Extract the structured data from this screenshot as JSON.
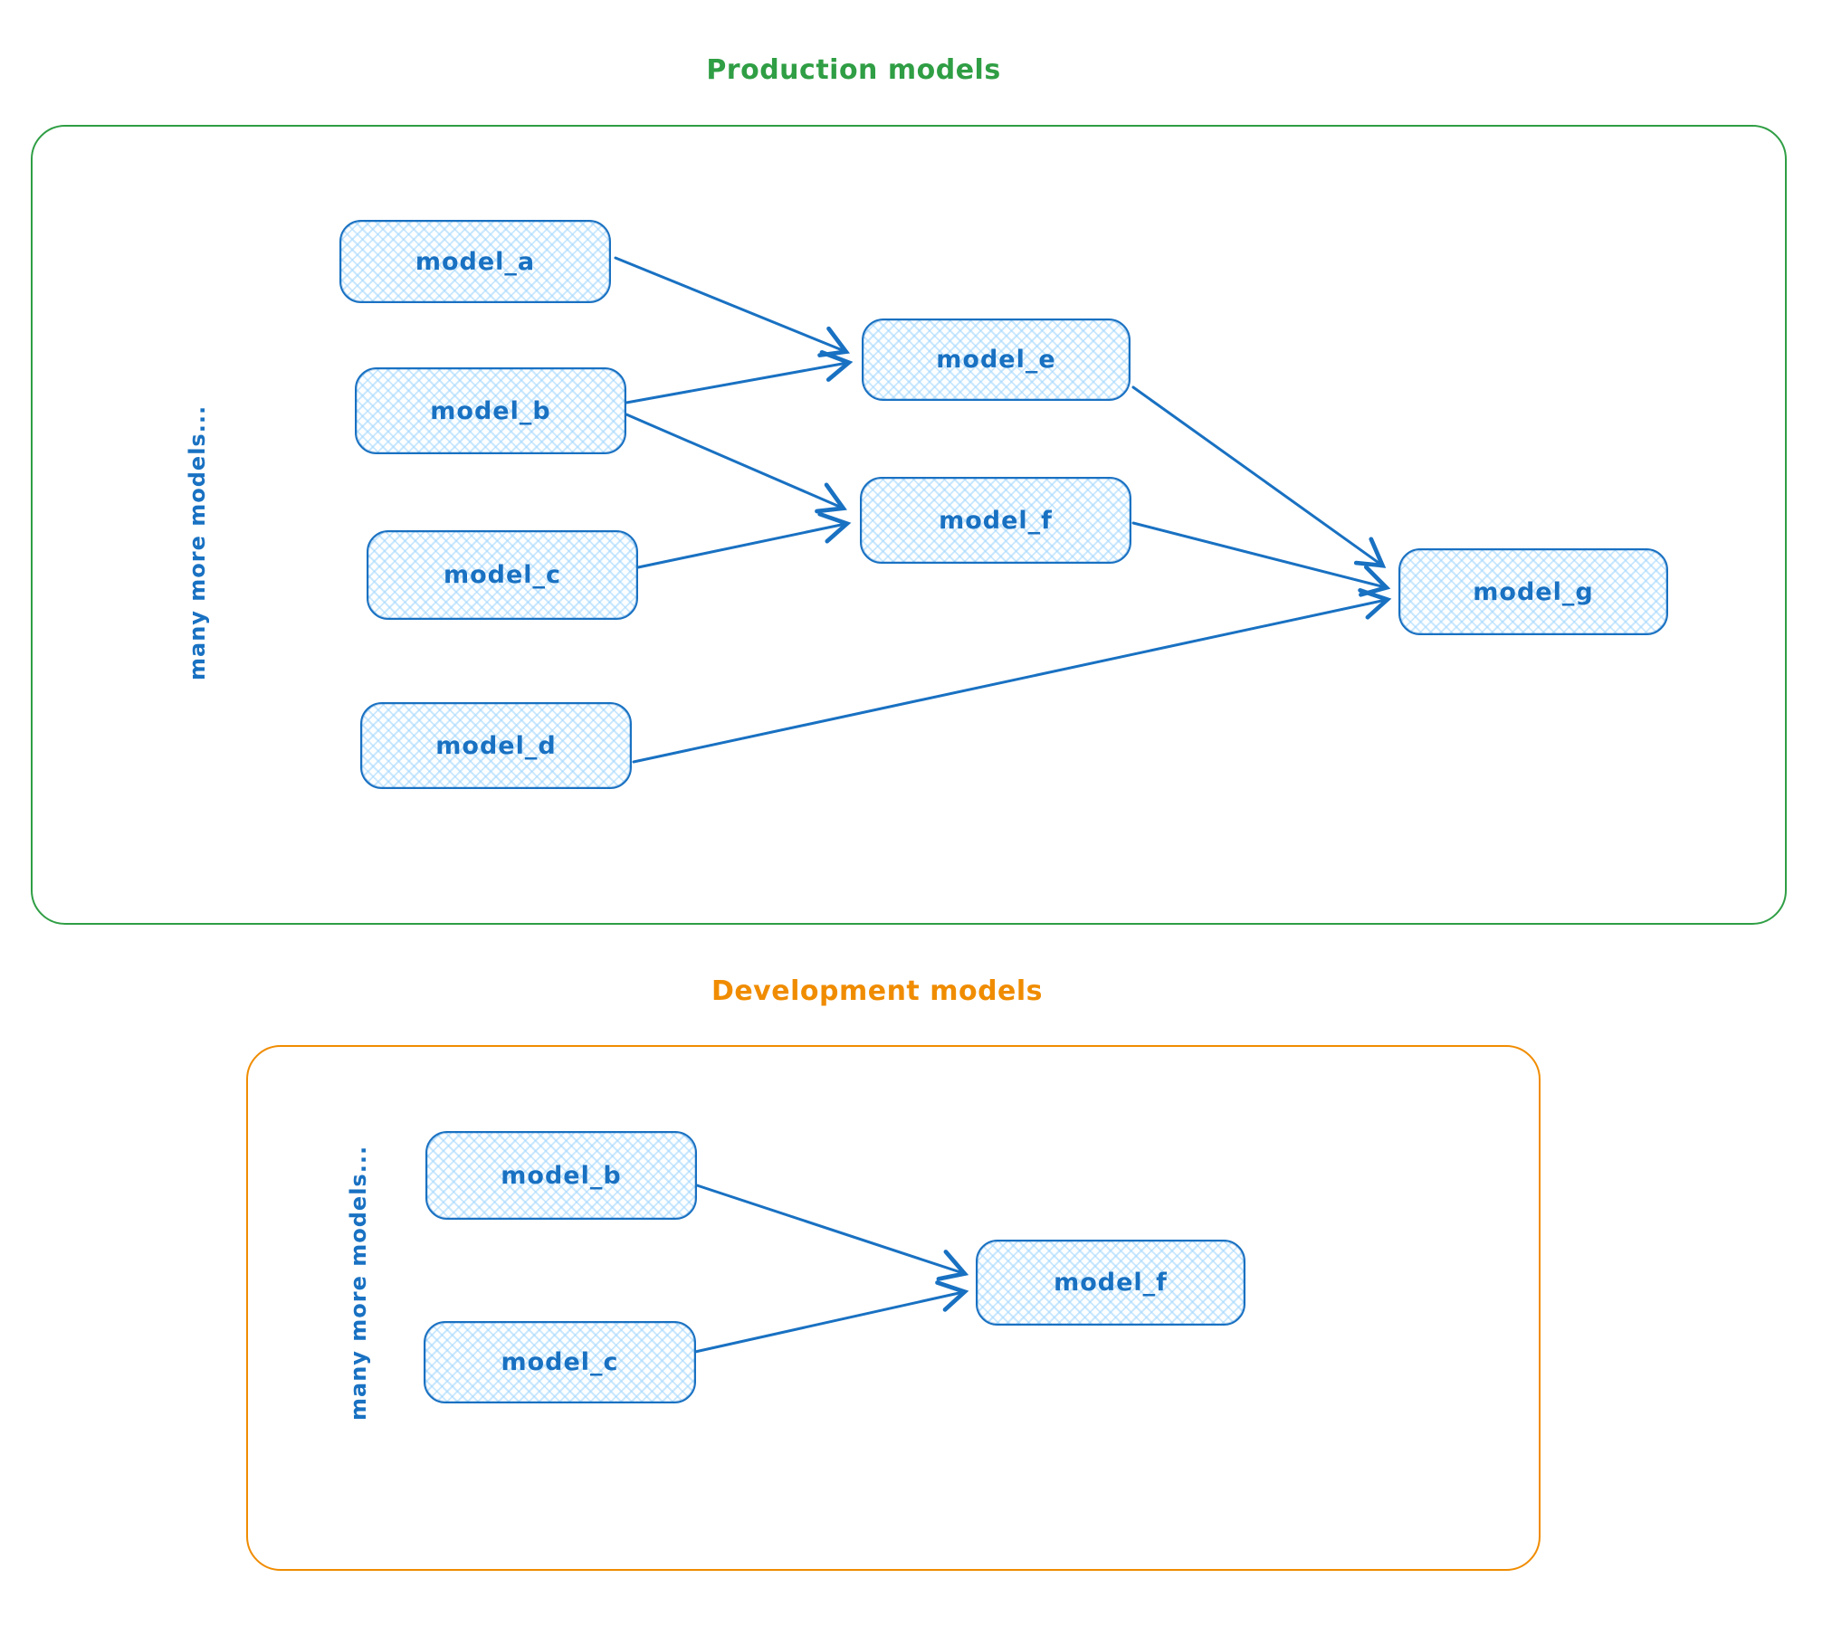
{
  "colors": {
    "node_stroke": "#1971c2",
    "node_fill_hatch": "#a5d8ff",
    "arrow": "#1971c2",
    "production_accent": "#2f9e44",
    "development_accent": "#f08c00"
  },
  "groups": [
    {
      "title": "Production models",
      "side_label": "many more models...",
      "nodes": [
        {
          "label": "model_a"
        },
        {
          "label": "model_b"
        },
        {
          "label": "model_c"
        },
        {
          "label": "model_d"
        },
        {
          "label": "model_e"
        },
        {
          "label": "model_f"
        },
        {
          "label": "model_g"
        }
      ],
      "edges": [
        {
          "from": "model_a",
          "to": "model_e"
        },
        {
          "from": "model_b",
          "to": "model_e"
        },
        {
          "from": "model_b",
          "to": "model_f"
        },
        {
          "from": "model_c",
          "to": "model_f"
        },
        {
          "from": "model_e",
          "to": "model_g"
        },
        {
          "from": "model_f",
          "to": "model_g"
        },
        {
          "from": "model_d",
          "to": "model_g"
        }
      ]
    },
    {
      "title": "Development models",
      "side_label": "many more models...",
      "nodes": [
        {
          "label": "model_b"
        },
        {
          "label": "model_c"
        },
        {
          "label": "model_f"
        }
      ],
      "edges": [
        {
          "from": "model_b",
          "to": "model_f"
        },
        {
          "from": "model_c",
          "to": "model_f"
        }
      ]
    }
  ]
}
